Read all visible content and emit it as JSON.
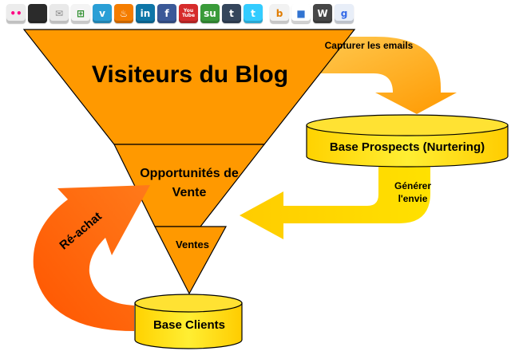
{
  "toolbar": {
    "icons": [
      {
        "name": "flickr-icon",
        "glyph": "••",
        "bg": "#ececec",
        "fg": "#ff0084"
      },
      {
        "name": "apple-icon",
        "glyph": "",
        "bg": "#2b2b2b",
        "fg": "#ffffff"
      },
      {
        "name": "email-icon",
        "glyph": "✉",
        "bg": "#e9e9e9",
        "fg": "#8a8a8a"
      },
      {
        "name": "windows-icon",
        "glyph": "⊞",
        "bg": "#f4f4f4",
        "fg": "#2d8e2d"
      },
      {
        "name": "vimeo-icon",
        "glyph": "v",
        "bg": "#2a9fd6",
        "fg": "#ffffff"
      },
      {
        "name": "blogger-icon",
        "glyph": "♨",
        "bg": "#f57d00",
        "fg": "#ffffff"
      },
      {
        "name": "linkedin-icon",
        "glyph": "in",
        "bg": "#0e76a8",
        "fg": "#ffffff"
      },
      {
        "name": "facebook-icon",
        "glyph": "f",
        "bg": "#3b5998",
        "fg": "#ffffff"
      },
      {
        "name": "youtube-icon",
        "glyph": "You Tube",
        "bg": "#d62b2b",
        "fg": "#ffffff"
      },
      {
        "name": "stumbleupon-icon",
        "glyph": "su",
        "bg": "#3a9b3a",
        "fg": "#ffffff"
      },
      {
        "name": "tumblr-icon",
        "glyph": "t",
        "bg": "#35465c",
        "fg": "#ffffff"
      },
      {
        "name": "twitter-icon",
        "glyph": "t",
        "bg": "#33ccff",
        "fg": "#ffffff"
      },
      {
        "name": "blinklist-icon",
        "glyph": "b",
        "bg": "#f2f2f2",
        "fg": "#e07b00",
        "gap": true
      },
      {
        "name": "delicious-icon",
        "glyph": "■",
        "bg": "#ffffff",
        "fg": "#3274d1"
      },
      {
        "name": "wordpress-icon",
        "glyph": "W",
        "bg": "#464646",
        "fg": "#ffffff"
      },
      {
        "name": "google-icon",
        "glyph": "g",
        "bg": "#e8eef8",
        "fg": "#3369e8"
      }
    ]
  },
  "diagram": {
    "funnel_top": "Visiteurs du Blog",
    "funnel_middle": [
      "Opportunités de",
      "Vente"
    ],
    "funnel_bottom": "Ventes",
    "prospects_db": "Base Prospects (Nurtering)",
    "clients_db": "Base Clients",
    "arrow_capture": "Capturer les emails",
    "arrow_generate": [
      "Générer",
      "l'envie"
    ],
    "arrow_repurchase": "Ré-achat"
  },
  "colors": {
    "funnel": "#ff9900",
    "database": "#ffdd00",
    "arrow_capture": "#ffaa00",
    "arrow_generate": "#ffd700",
    "arrow_repurchase": "#ff6600",
    "outline": "#000000"
  }
}
